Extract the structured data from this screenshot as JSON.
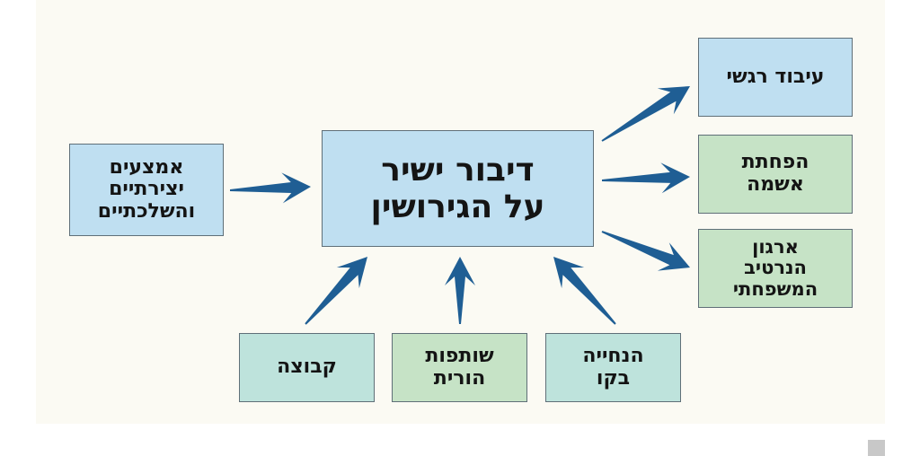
{
  "center": {
    "lines": [
      "דיבור ישיר",
      "על הגירושין"
    ]
  },
  "left_input": {
    "lines": [
      "אמצעים",
      "יצירתיים",
      "והשלכתיים"
    ]
  },
  "outcomes": [
    {
      "lines": [
        "עיבוד רגשי"
      ]
    },
    {
      "lines": [
        "הפחתת",
        "אשמה"
      ]
    },
    {
      "lines": [
        "ארגון",
        "הנרטיב",
        "המשפחתי"
      ]
    }
  ],
  "bottom_inputs": [
    {
      "lines": [
        "קבוצה"
      ]
    },
    {
      "lines": [
        "שותפות",
        "הורית"
      ]
    },
    {
      "lines": [
        "הנחייה",
        "בקו"
      ]
    }
  ],
  "colors": {
    "arrow": "#1f5e94",
    "blue_box": "#bfdff1",
    "green_box": "#c6e3c6",
    "teal_box": "#bee3dc"
  }
}
